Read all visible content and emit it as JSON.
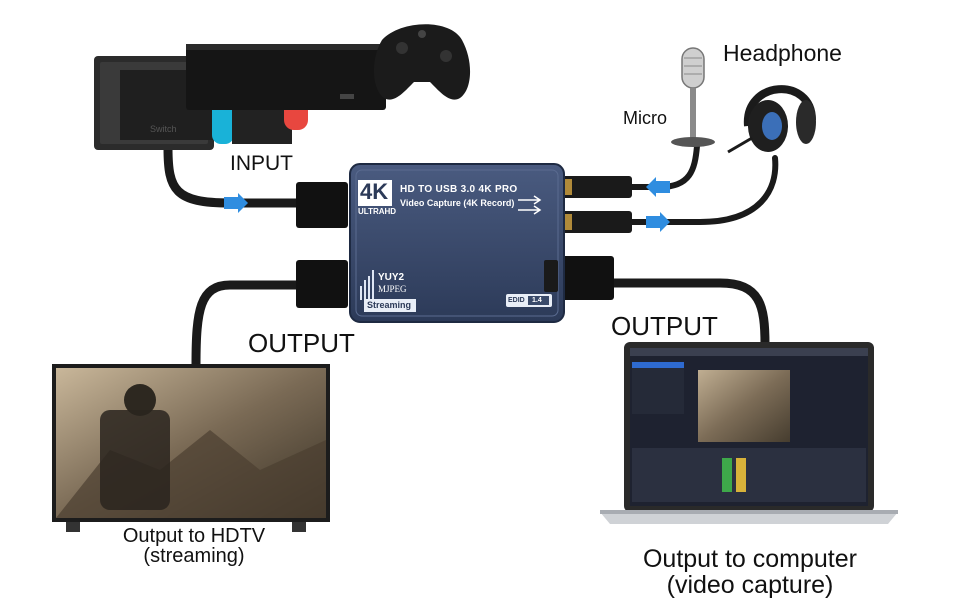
{
  "labels": {
    "input": "INPUT",
    "micro": "Micro",
    "headphone": "Headphone",
    "output_left": "OUTPUT",
    "output_right": "OUTPUT",
    "hdtv_line1": "Output to HDTV",
    "hdtv_line2": "(streaming)",
    "computer_line1": "Output to computer",
    "computer_line2": "(video capture)"
  },
  "device": {
    "badge_big": "4K",
    "badge_small": "ULTRAHD",
    "line1": "HD TO USB 3.0 4K PRO",
    "line2": "Video Capture (4K Record)",
    "format1": "YUY2",
    "format2": "MJPEG",
    "streaming": "Streaming",
    "edid": "EDID",
    "edid_version": "1.4"
  },
  "colors": {
    "device_body": "#3a4a6a",
    "arrow": "#2f8de0",
    "cable": "#1a1a1a"
  }
}
